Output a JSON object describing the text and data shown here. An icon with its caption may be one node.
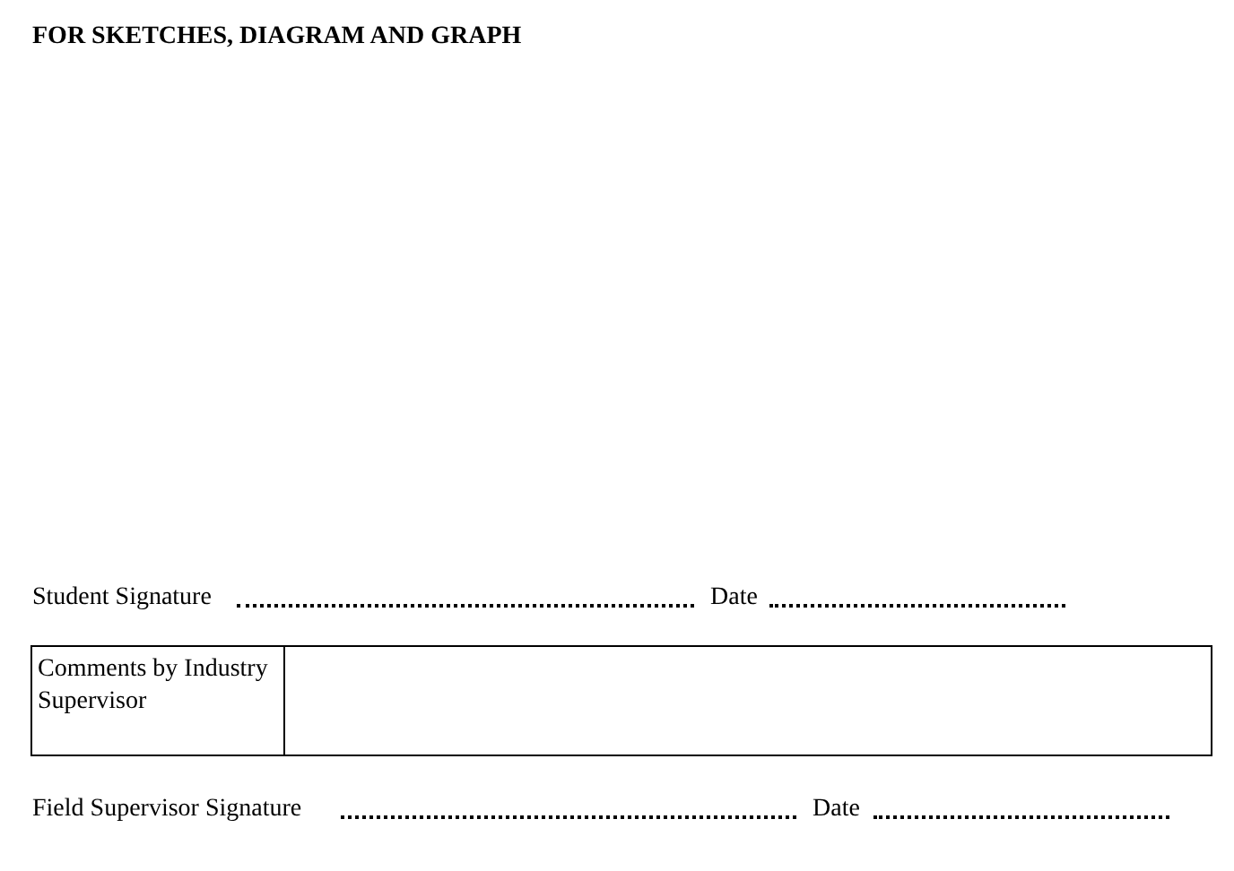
{
  "diagram": {
    "title": "FOR SKETCHES, DIAGRAM AND GRAPH",
    "labels": [
      "Student Signature",
      "Date",
      "Comments by Industry Supervisor",
      "Field Supervisor Signature",
      "Date"
    ]
  }
}
